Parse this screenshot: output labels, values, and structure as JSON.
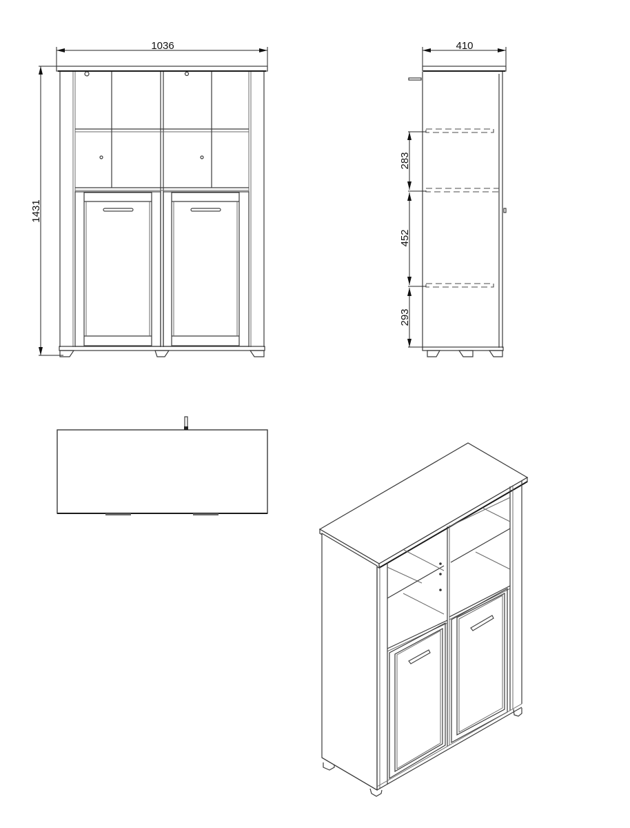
{
  "drawing": {
    "type": "furniture technical drawing",
    "subject": "two-door cabinet with open shelving",
    "units": "mm",
    "line_color": "#3a3a3a",
    "background": "#ffffff"
  },
  "front_view": {
    "label": "front-elevation",
    "width_dimension": "1036",
    "height_dimension": "1431",
    "doors": 2,
    "open_compartments": 4
  },
  "side_view": {
    "label": "side-elevation",
    "depth_dimension": "410",
    "shelf_spacings": [
      {
        "value": "283",
        "position": "upper"
      },
      {
        "value": "452",
        "position": "middle"
      },
      {
        "value": "293",
        "position": "lower"
      }
    ]
  },
  "top_view": {
    "label": "plan-view"
  },
  "iso_view": {
    "label": "isometric-view"
  }
}
